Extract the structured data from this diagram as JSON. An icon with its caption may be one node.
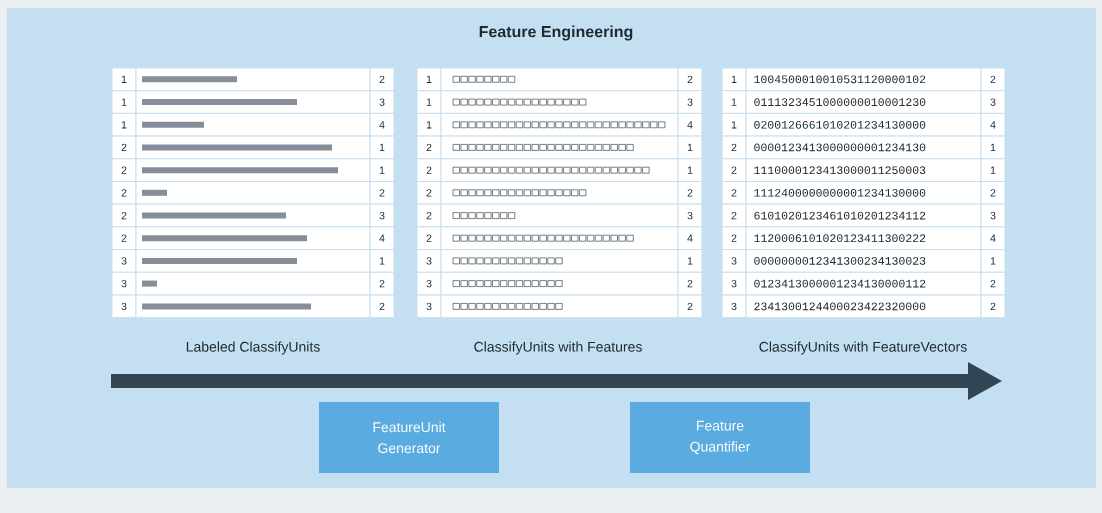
{
  "diagram": {
    "title": "Feature Engineering",
    "nodes": [
      {
        "text": [
          "FeatureUnit Generator"
        ]
      },
      {
        "text": [
          "Feature Quantifier"
        ]
      }
    ],
    "edges": [],
    "labels": [
      "1",
      "2",
      "1",
      "3",
      "1",
      "4",
      "2",
      "1",
      "2",
      "1",
      "2",
      "2",
      "2",
      "3",
      "2",
      "4",
      "3",
      "1",
      "3",
      "2",
      "3",
      "2",
      "1",
      "2",
      "1",
      "3",
      "1",
      "4",
      "2",
      "1",
      "2",
      "1",
      "2",
      "2",
      "2",
      "3",
      "2",
      "4",
      "3",
      "1",
      "3",
      "2",
      "3",
      "2",
      "1",
      "1004500010010531120000102",
      "2",
      "1",
      "0111323451000000010001230",
      "3",
      "1",
      "0200126661010201234130000",
      "4",
      "2",
      "0000123413000000001234130",
      "1",
      "2",
      "1110000123413000011250003",
      "1",
      "2",
      "1112400000000001234130000",
      "2",
      "2",
      "6101020123461010201234112",
      "3",
      "2",
      "1120006101020123411300222",
      "4",
      "3",
      "0000000012341300234130023",
      "1",
      "3",
      "0123413000001234130000112",
      "2",
      "3",
      "2341300124400023422320000",
      "2",
      "Labeled ClassifyUnits",
      "ClassifyUnits with Features",
      "ClassifyUnits with FeatureVectors"
    ]
  }
}
